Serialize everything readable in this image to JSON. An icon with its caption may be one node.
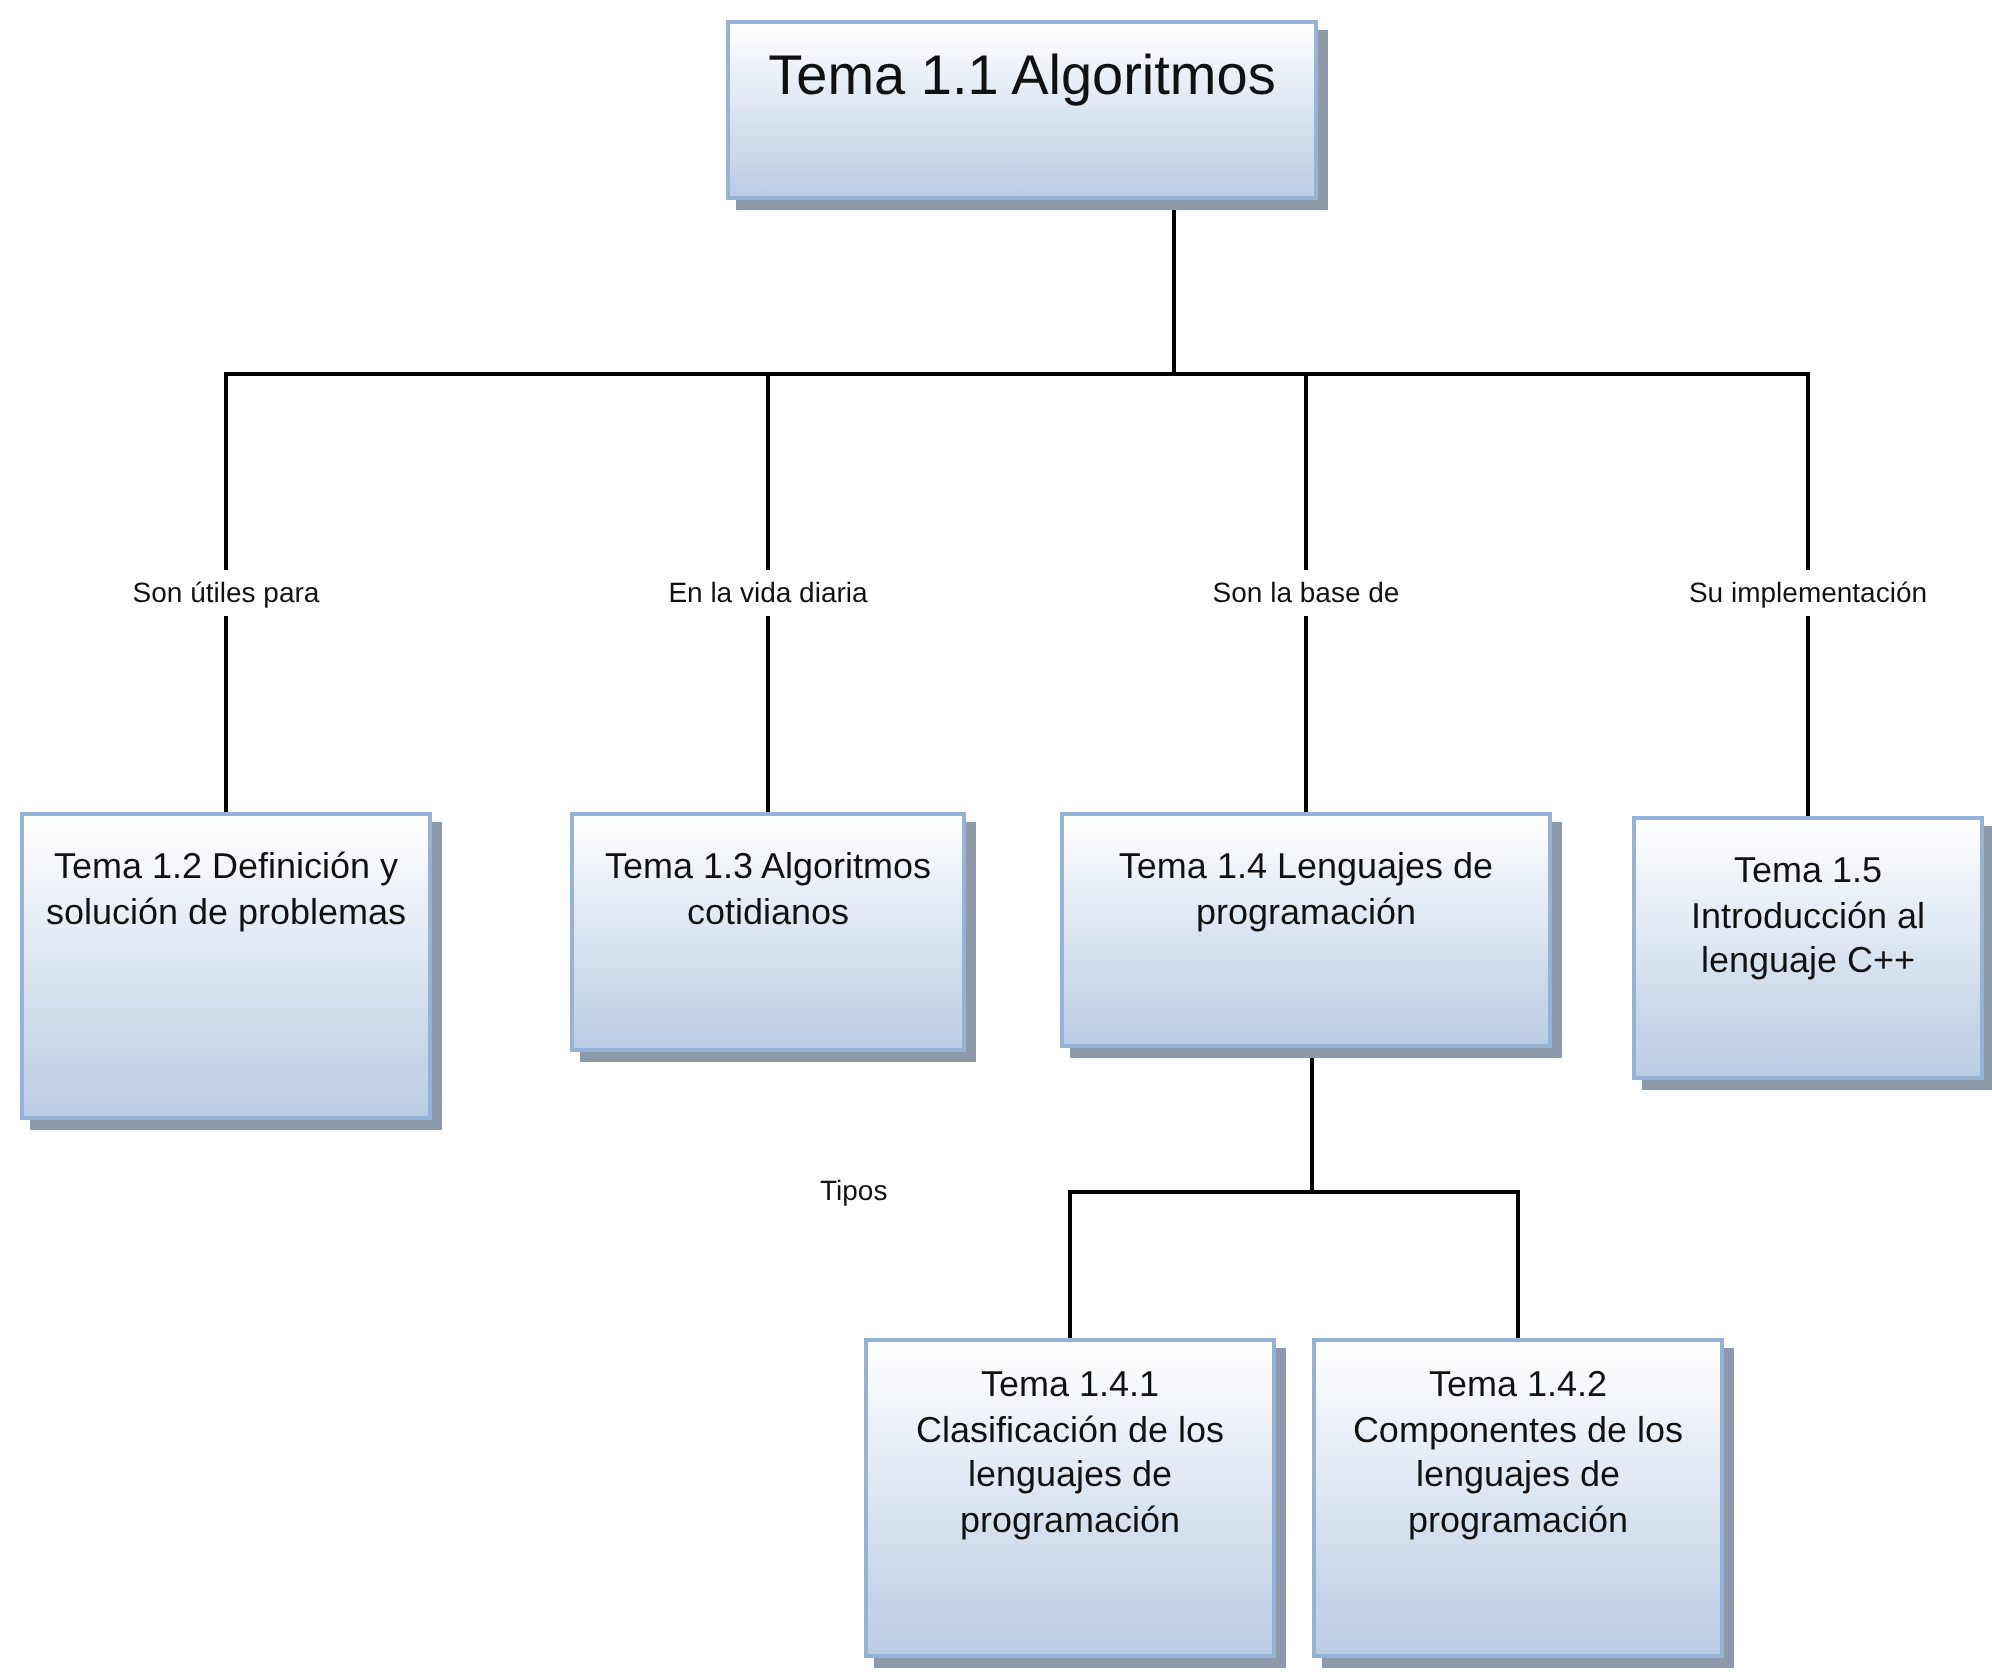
{
  "diagram": {
    "nodes": [
      {
        "text": [
          "Tema 1.1 Algoritmos"
        ]
      },
      {
        "text": [
          "Tema 1.2 Definición y solución de problemas"
        ]
      },
      {
        "text": [
          "Tema 1.3 Algoritmos cotidianos"
        ]
      },
      {
        "text": [
          "Tema 1.4 Lenguajes de programación"
        ]
      },
      {
        "text": [
          "Tema 1.5 Introducción al lenguaje C++"
        ]
      },
      {
        "text": [
          "Tema 1.4.1 Clasificación de los lenguajes de programación"
        ]
      },
      {
        "text": [
          "Tema 1.4.2 Componentes de los lenguajes de programación"
        ]
      }
    ],
    "edges": [
      {
        "from": 0,
        "to": 1,
        "arrow": "none",
        "label": "Son útiles para"
      },
      {
        "from": 0,
        "to": 2,
        "arrow": "none",
        "label": "En la vida diaria"
      },
      {
        "from": 0,
        "to": 3,
        "arrow": "none",
        "label": "Son la base de"
      },
      {
        "from": 0,
        "to": 4,
        "arrow": "none",
        "label": "Su implementación"
      },
      {
        "from": 3,
        "to": 5,
        "arrow": "none"
      },
      {
        "from": 3,
        "to": 6,
        "arrow": "none"
      }
    ],
    "labels": [
      "Tipos"
    ]
  }
}
